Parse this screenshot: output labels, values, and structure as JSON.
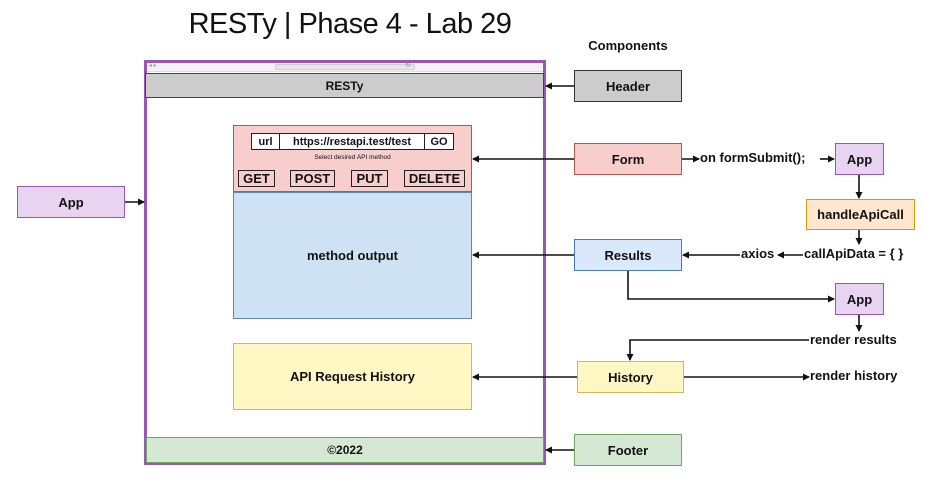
{
  "title": "RESTy | Phase 4 - Lab 29",
  "components_heading": "Components",
  "browser": {
    "header_text": "RESTy",
    "footer_text": "©2022"
  },
  "form": {
    "url_label": "url",
    "url_value": "https://restapi.test/test",
    "go_label": "GO",
    "method_hint": "Select desired API method",
    "methods": [
      "GET",
      "POST",
      "PUT",
      "DELETE"
    ]
  },
  "results_area_text": "method output",
  "history_area_text": "API Request History",
  "components": {
    "header": "Header",
    "form": "Form",
    "results": "Results",
    "history": "History",
    "footer": "Footer"
  },
  "app_nodes": {
    "left": "App",
    "form_target": "App",
    "results_target": "App"
  },
  "handle_api_call": "handleApiCall",
  "flow_labels": {
    "form_submit": "on formSubmit();",
    "axios": "axios",
    "call_api_data": "callApiData = { }",
    "render_results": "render results",
    "render_history": "render history"
  },
  "colors": {
    "app_purple": "#9d55b5",
    "form_pink": "#f8cecc",
    "results_blue": "#cfe2f3",
    "history_yellow": "#fff8c4",
    "footer_green": "#d5e8d4",
    "header_gray": "#cccccc",
    "handle_orange": "#ffe6cc"
  }
}
